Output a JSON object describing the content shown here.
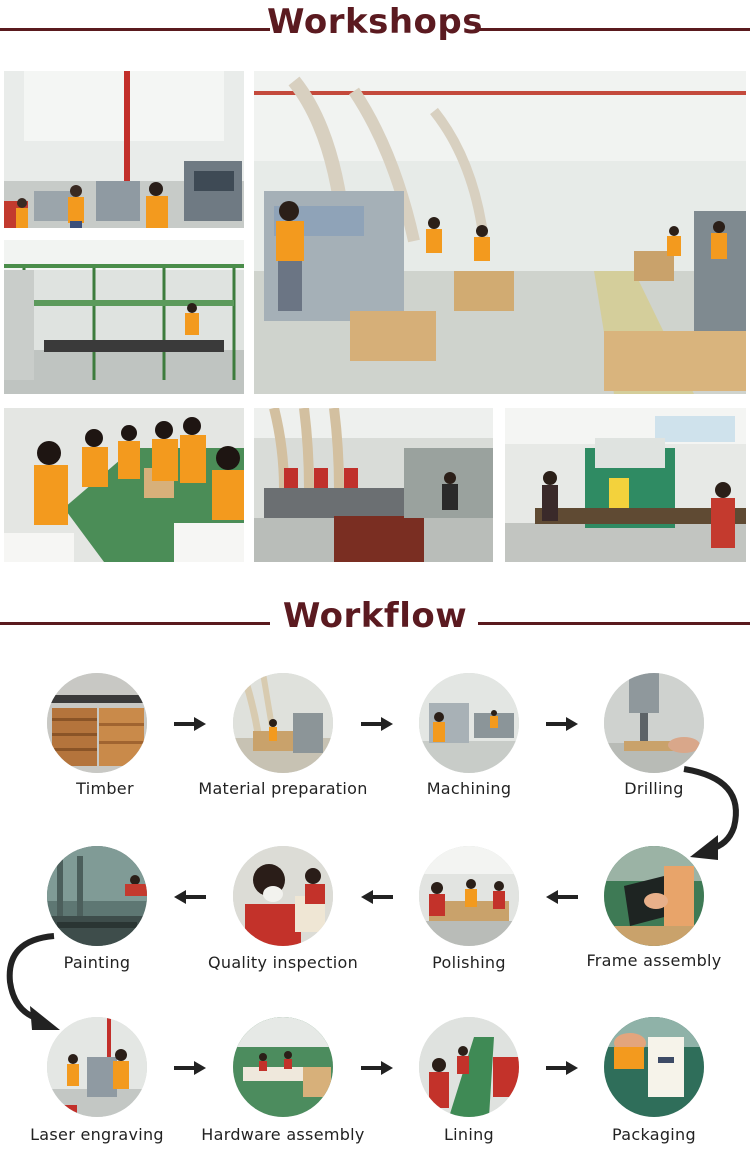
{
  "workshops": {
    "title": "Workshops",
    "photos": [
      {
        "name": "workshop-photo-laser-room"
      },
      {
        "name": "workshop-photo-main-floor"
      },
      {
        "name": "workshop-photo-conveyor-line"
      },
      {
        "name": "workshop-photo-assembly-team"
      },
      {
        "name": "workshop-photo-dust-collectors"
      },
      {
        "name": "workshop-photo-machining"
      }
    ]
  },
  "workflow": {
    "title": "Workflow",
    "steps": [
      {
        "label": "Timber",
        "icon": "timber-stack-photo"
      },
      {
        "label": "Material preparation",
        "icon": "material-preparation-photo"
      },
      {
        "label": "Machining",
        "icon": "machining-photo"
      },
      {
        "label": "Drilling",
        "icon": "drilling-photo"
      },
      {
        "label": "Frame assembly",
        "icon": "frame-assembly-photo"
      },
      {
        "label": "Polishing",
        "icon": "polishing-photo"
      },
      {
        "label": "Quality inspection",
        "icon": "quality-inspection-photo"
      },
      {
        "label": "Painting",
        "icon": "painting-photo"
      },
      {
        "label": "Laser engraving",
        "icon": "laser-engraving-photo"
      },
      {
        "label": "Hardware assembly",
        "icon": "hardware-assembly-photo"
      },
      {
        "label": "Lining",
        "icon": "lining-photo"
      },
      {
        "label": "Packaging",
        "icon": "packaging-photo"
      }
    ]
  },
  "colors": {
    "title": "#5b1a20",
    "rule": "#5a1a1e",
    "arrow": "#222222",
    "shirt": "#f39a1e"
  }
}
